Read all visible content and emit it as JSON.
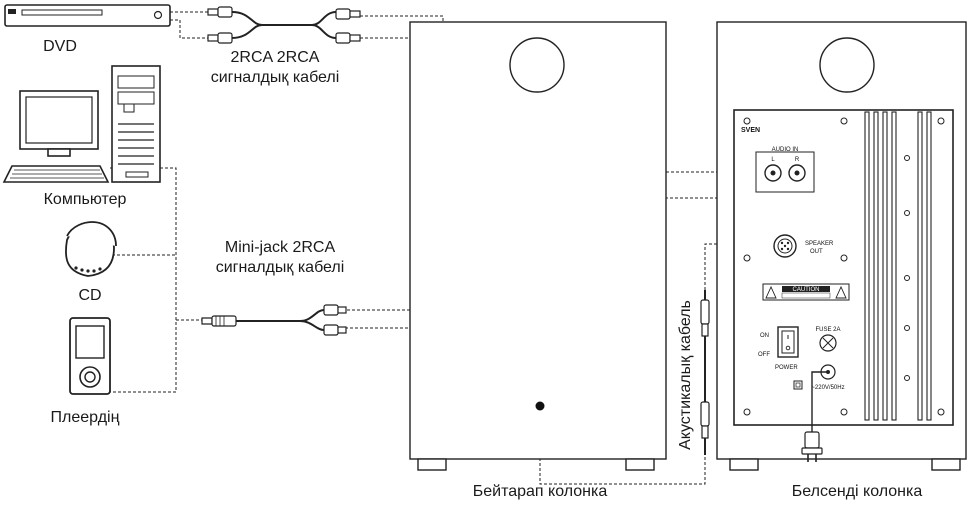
{
  "labels": {
    "dvd": "DVD",
    "rca_cable_line1": "2RCA 2RCA",
    "rca_cable_line2": "сигналдық кабелі",
    "computer": "Компьютер",
    "cd": "CD",
    "minijack_line1": "Mini-jack 2RCA",
    "minijack_line2": "сигналдық кабелі",
    "player": "Плеердің",
    "speaker_cable": "Акустикалық кабель",
    "passive_speaker": "Бейтарап колонка",
    "active_speaker": "Белсенді колонка"
  },
  "panel": {
    "brand": "SVEN",
    "audio_in": "AUDIO IN",
    "left": "L",
    "right": "R",
    "speaker_out_1": "SPEAKER",
    "speaker_out_2": "OUT",
    "caution": "CAUTION",
    "on": "ON",
    "off": "OFF",
    "power": "POWER",
    "fuse": "FUSE 2A",
    "mains": "~220V/50Hz"
  }
}
